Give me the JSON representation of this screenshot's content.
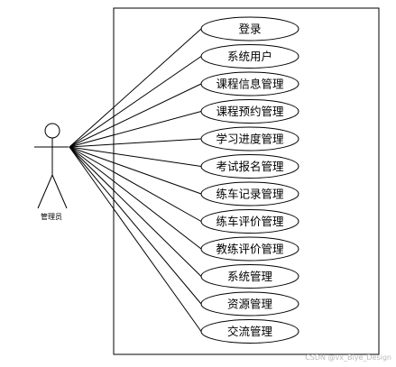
{
  "actor": {
    "label": "管理员"
  },
  "use_cases": [
    "登录",
    "系统用户",
    "课程信息管理",
    "课程预约管理",
    "学习进度管理",
    "考试报名管理",
    "练车记录管理",
    "练车评价管理",
    "教练评价管理",
    "系统管理",
    "资源管理",
    "交流管理"
  ],
  "watermark": "CSDN @vx_Biye_Design"
}
